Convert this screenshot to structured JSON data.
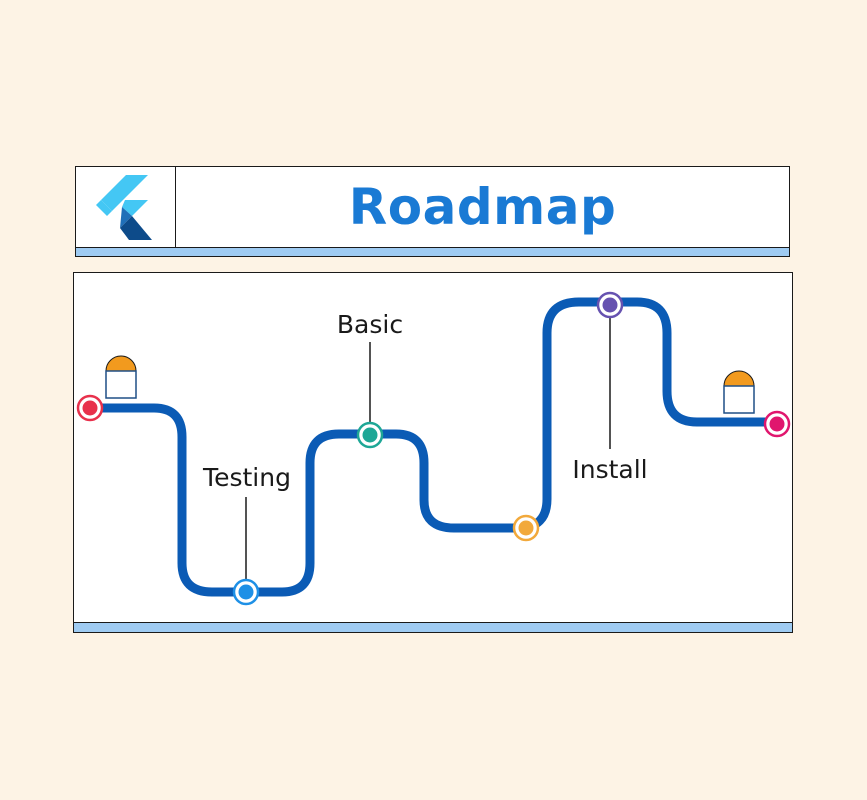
{
  "header": {
    "title": "Roadmap",
    "title_color": "#1a7ad4",
    "logo_icon": "flutter-logo-icon"
  },
  "roadmap": {
    "path_color": "#0b5bb5",
    "milestones": [
      {
        "label": "",
        "color": "#e8314c"
      },
      {
        "label": "Testing",
        "color": "#1e90e6"
      },
      {
        "label": "Basic",
        "color": "#1ea796"
      },
      {
        "label": "",
        "color": "#f2a93b"
      },
      {
        "label": "Install",
        "color": "#6652b0"
      },
      {
        "label": "",
        "color": "#e0166e"
      }
    ],
    "start_icon": "start-marker-icon",
    "end_icon": "finish-marker-icon",
    "marker_cap_color": "#f29a1e"
  }
}
